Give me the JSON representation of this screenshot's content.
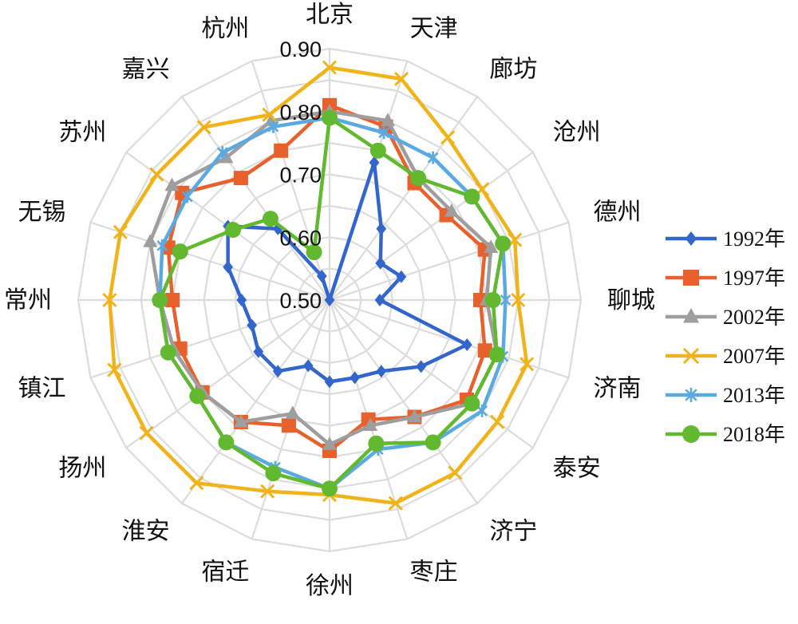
{
  "chart_data": {
    "type": "radar",
    "categories": [
      "北京",
      "天津",
      "廊坊",
      "沧州",
      "德州",
      "聊城",
      "济南",
      "泰安",
      "济宁",
      "枣庄",
      "徐州",
      "宿迁",
      "淮安",
      "扬州",
      "镇江",
      "常州",
      "无锡",
      "苏州",
      "嘉兴",
      "杭州"
    ],
    "rlim": [
      0.5,
      0.9
    ],
    "ticks": [
      0.5,
      0.6,
      0.7,
      0.8,
      0.9
    ],
    "tick_labels": [
      "0.50",
      "0.60",
      "0.70",
      "0.80",
      "0.90"
    ],
    "grid": true,
    "legend_position": "right",
    "series": [
      {
        "name": "1992年",
        "color": "#3366cc",
        "marker": "diamond",
        "values": [
          0.5,
          0.73,
          0.64,
          0.6,
          0.62,
          0.58,
          0.73,
          0.68,
          0.64,
          0.63,
          0.63,
          0.61,
          0.64,
          0.64,
          0.63,
          0.64,
          0.67,
          0.7,
          0.64,
          0.54
        ]
      },
      {
        "name": "1997年",
        "color": "#e8612c",
        "marker": "square",
        "values": [
          0.81,
          0.79,
          0.73,
          0.73,
          0.76,
          0.74,
          0.76,
          0.77,
          0.73,
          0.7,
          0.74,
          0.71,
          0.74,
          0.75,
          0.75,
          0.75,
          0.77,
          0.79,
          0.74,
          0.75
        ]
      },
      {
        "name": "2002年",
        "color": "#9e9e9e",
        "marker": "triangle",
        "values": [
          0.8,
          0.8,
          0.74,
          0.74,
          0.77,
          0.75,
          0.78,
          0.78,
          0.73,
          0.71,
          0.73,
          0.69,
          0.74,
          0.75,
          0.76,
          0.77,
          0.8,
          0.81,
          0.78,
          0.8
        ]
      },
      {
        "name": "2007年",
        "color": "#f0b31a",
        "marker": "x",
        "values": [
          0.87,
          0.87,
          0.82,
          0.8,
          0.81,
          0.8,
          0.83,
          0.83,
          0.84,
          0.84,
          0.81,
          0.82,
          0.86,
          0.86,
          0.86,
          0.85,
          0.85,
          0.84,
          0.84,
          0.81
        ]
      },
      {
        "name": "2013年",
        "color": "#5aa9e0",
        "marker": "star",
        "values": [
          0.79,
          0.78,
          0.78,
          0.78,
          0.79,
          0.78,
          0.79,
          0.8,
          0.78,
          0.75,
          0.8,
          0.78,
          0.78,
          0.76,
          0.77,
          0.77,
          0.78,
          0.78,
          0.79,
          0.79
        ]
      },
      {
        "name": "2018年",
        "color": "#62b82e",
        "marker": "circle",
        "values": [
          0.79,
          0.75,
          0.74,
          0.78,
          0.79,
          0.76,
          0.78,
          0.78,
          0.78,
          0.74,
          0.8,
          0.79,
          0.78,
          0.76,
          0.77,
          0.77,
          0.75,
          0.69,
          0.66,
          0.58
        ]
      }
    ]
  }
}
